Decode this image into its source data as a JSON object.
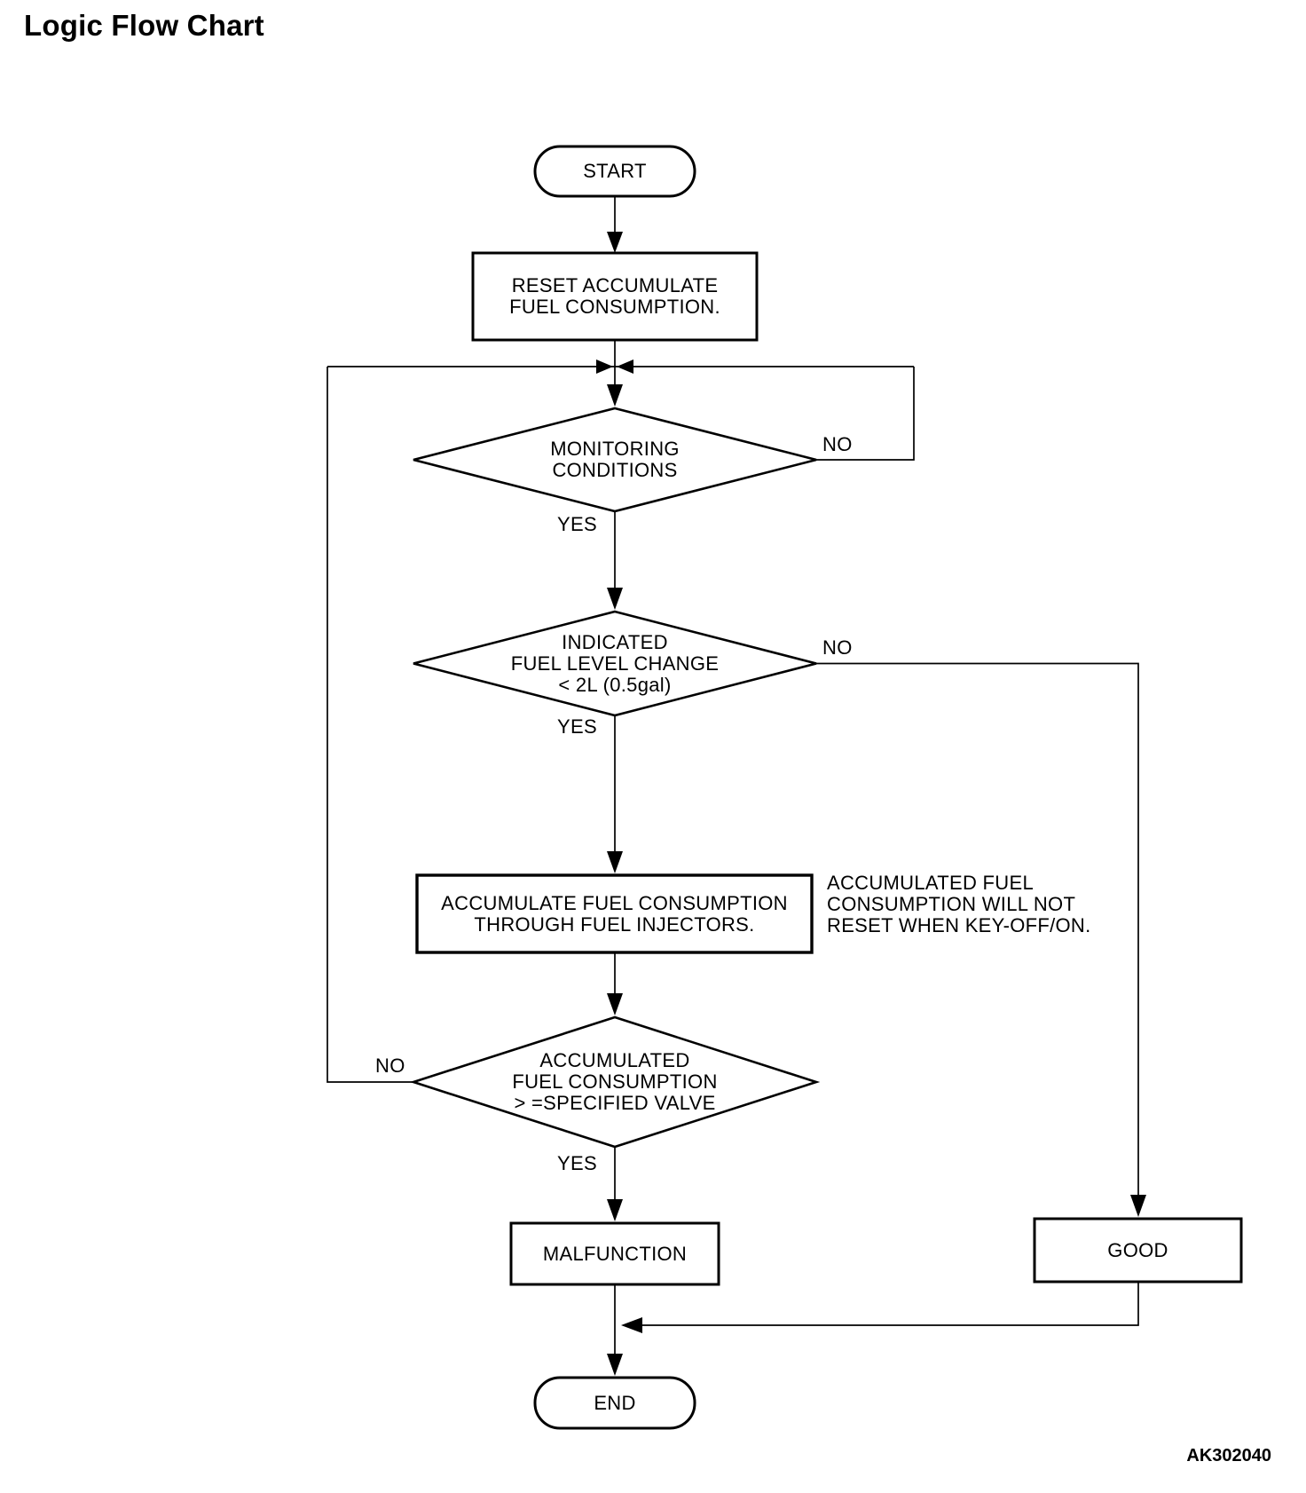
{
  "page": {
    "title": "Logic Flow Chart",
    "figure_code": "AK302040",
    "background_color": "#ffffff",
    "line_color": "#000000"
  },
  "flowchart": {
    "nodes": {
      "start": {
        "type": "terminator",
        "label": "START"
      },
      "reset": {
        "type": "process",
        "label": "RESET ACCUMULATE\nFUEL CONSUMPTION."
      },
      "monitoring": {
        "type": "decision",
        "label": "MONITORING\nCONDITIONS",
        "yes": "YES",
        "no": "NO"
      },
      "fuel_level": {
        "type": "decision",
        "label": "INDICATED\nFUEL LEVEL CHANGE\n< 2L (0.5gal)",
        "yes": "YES",
        "no": "NO"
      },
      "accumulate": {
        "type": "process",
        "label": "ACCUMULATE FUEL CONSUMPTION\nTHROUGH FUEL INJECTORS."
      },
      "accumulate_note": {
        "type": "annotation",
        "label": "ACCUMULATED FUEL\nCONSUMPTION WILL NOT\nRESET WHEN KEY-OFF/ON."
      },
      "threshold": {
        "type": "decision",
        "label": "ACCUMULATED\nFUEL  CONSUMPTION\n> =SPECIFIED VALVE",
        "yes": "YES",
        "no": "NO"
      },
      "malfunction": {
        "type": "process",
        "label": "MALFUNCTION"
      },
      "good": {
        "type": "process",
        "label": "GOOD"
      },
      "end": {
        "type": "terminator",
        "label": "END"
      }
    }
  }
}
